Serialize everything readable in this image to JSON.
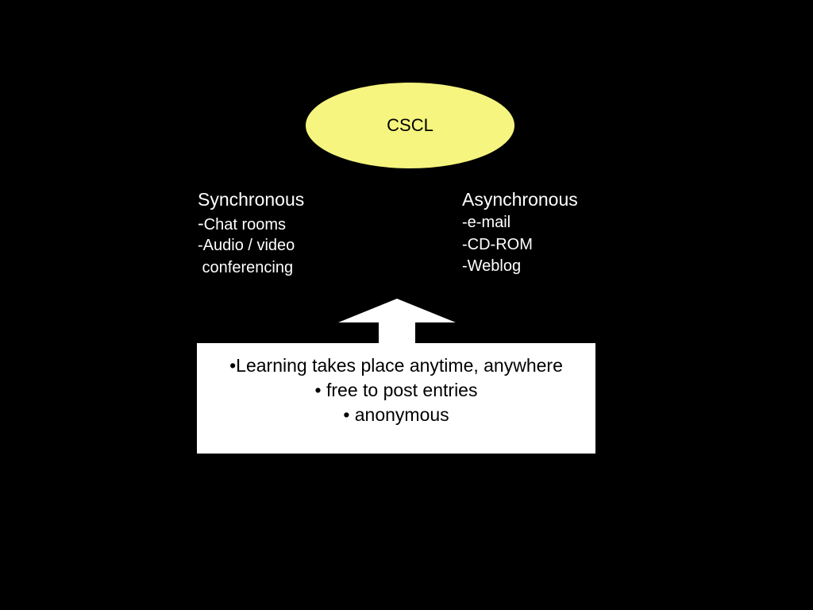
{
  "center": {
    "label": "CSCL",
    "fill_color": "#f5f57f"
  },
  "synchronous": {
    "heading": "Synchronous",
    "items": [
      "Chat rooms",
      "-Audio / video",
      " conferencing"
    ],
    "first_item_dash": "-"
  },
  "asynchronous": {
    "heading": "Asynchronous",
    "items": [
      "-e-mail",
      "-CD-ROM",
      "-Weblog"
    ]
  },
  "info_box": {
    "lines": [
      "•Learning takes place anytime, anywhere",
      "• free to post entries",
      "• anonymous"
    ]
  },
  "colors": {
    "background": "#000000",
    "text": "#ffffff",
    "box": "#ffffff",
    "arrow": "#ffffff"
  }
}
